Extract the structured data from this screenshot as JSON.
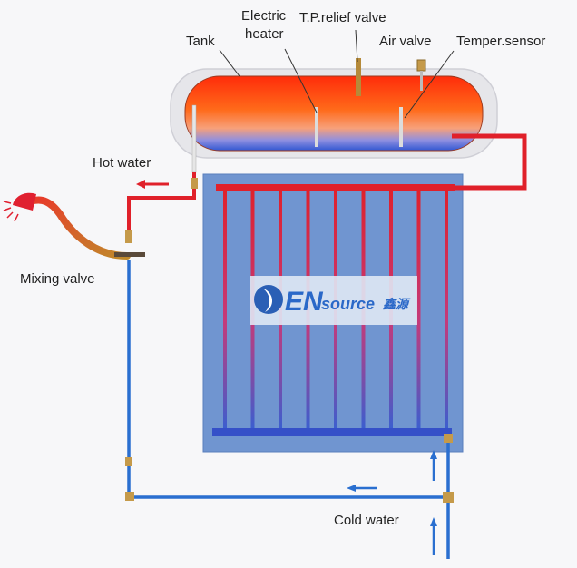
{
  "labels": {
    "tank": "Tank",
    "electric_heater_line1": "Electric",
    "electric_heater_line2": "heater",
    "tp_relief_valve": "T.P.relief valve",
    "air_valve": "Air valve",
    "temper_sensor": "Temper.sensor",
    "hot_water": "Hot water",
    "mixing_valve": "Mixing valve",
    "cold_water": "Cold water"
  },
  "watermark": {
    "brand_main": "EN",
    "brand_sub": "source",
    "brand_cn": "鑫源"
  },
  "colors": {
    "hot_pipe": "#e0202a",
    "cold_pipe": "#2a6fd0",
    "panel": "#6f93cf",
    "tank_hot": "#ff3a10",
    "tank_cold": "#3f63d6",
    "background": "#f7f7f9"
  },
  "icons": [
    "shower-head-icon",
    "flow-arrow-icon",
    "watermark-logo"
  ]
}
